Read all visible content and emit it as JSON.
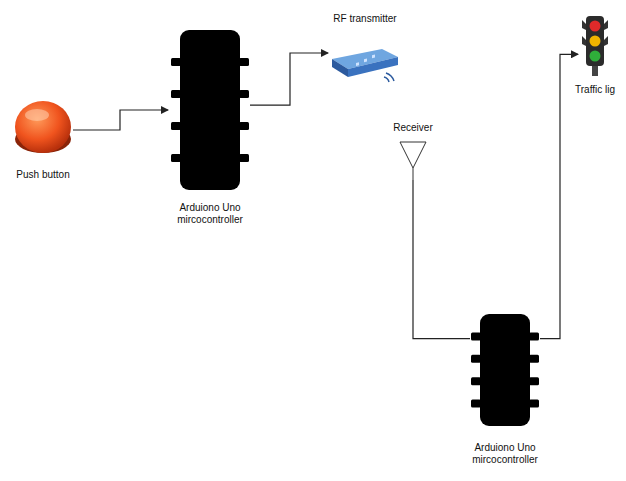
{
  "diagram": {
    "nodes": [
      {
        "text": [
          "Push button"
        ]
      },
      {
        "text": [
          "Arduiono Uno mircocontroller"
        ]
      },
      {
        "text": [
          "RF transmitter"
        ]
      },
      {
        "text": [
          "Receiver"
        ]
      },
      {
        "text": [
          "Arduiono Uno mircocontroller"
        ]
      },
      {
        "text": [
          "Traffic lig"
        ]
      }
    ],
    "edges": [
      {
        "from": 0,
        "to": 1,
        "arrow": "to"
      },
      {
        "from": 1,
        "to": 2,
        "arrow": "to"
      },
      {
        "from": 3,
        "to": 4,
        "arrow": "none"
      },
      {
        "from": 4,
        "to": 5,
        "arrow": "to"
      }
    ]
  }
}
